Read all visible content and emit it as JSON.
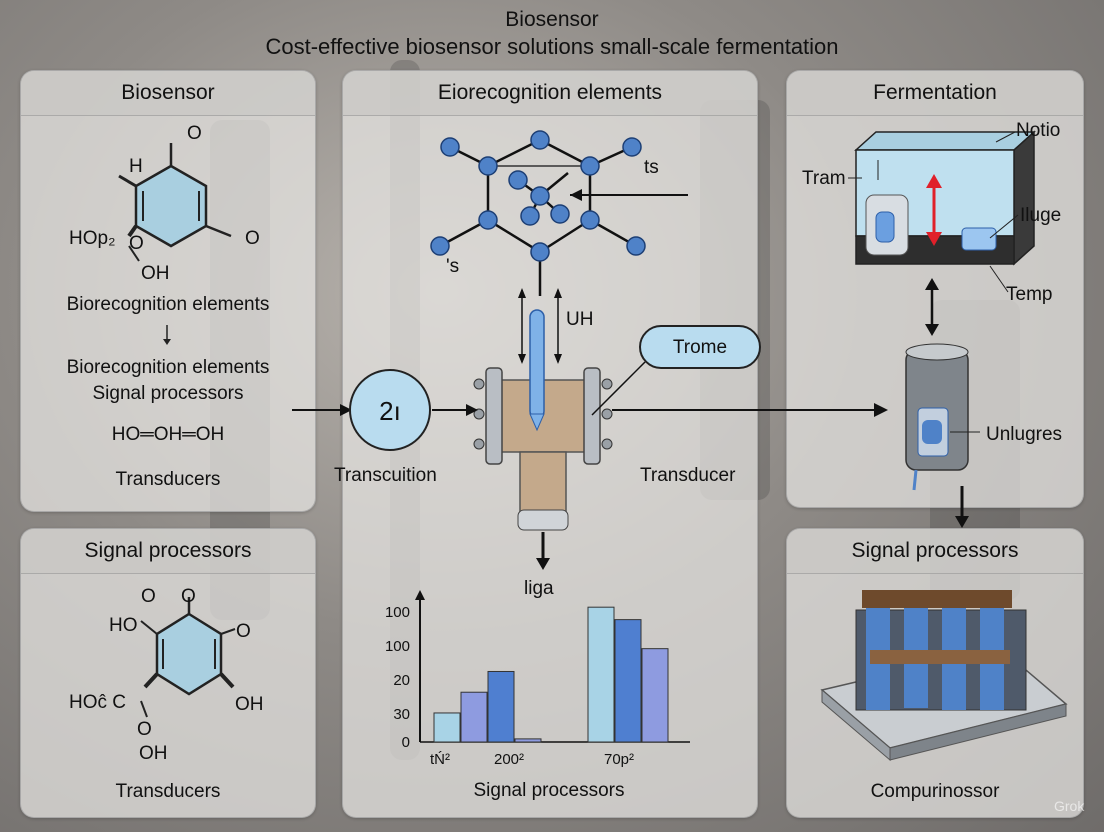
{
  "title": "Biosensor",
  "subtitle": "Cost-effective biosensor solutions small-scale fermentation",
  "panels": {
    "biosensor": {
      "header": "Biosensor",
      "mol_h": "H",
      "mol_o_top": "O",
      "mol_hop": "HOp₂",
      "mol_o_mid": "O",
      "mol_o_right": "O",
      "mol_oh": "OH",
      "label1": "Biorecognition elements",
      "label2": "Biorecognition elements",
      "label3": "Signal processors",
      "chain": "HO═OH═OH",
      "label4": "Transducers"
    },
    "signal_left": {
      "header": "Signal processors",
      "mol_o_top": "O",
      "mol_ho": "HO",
      "mol_o_top2": "O",
      "mol_o_right": "O",
      "mol_hoc": "HOĉ C",
      "mol_oh_right": "OH",
      "mol_o_bot": "O",
      "mol_oh_bot": "OH",
      "label": "Transducers"
    },
    "center": {
      "header": "Eiorecognition elements",
      "mol_ts": "ts",
      "mol_s": "'s",
      "uh": "UH",
      "trome": "Trome",
      "circle": "2ı",
      "transcuition": "Transcuition",
      "transducer": "Transducer",
      "liga": "liga",
      "chart_caption": "Signal processors"
    },
    "fermentation": {
      "header": "Fermentation",
      "notio": "Notio",
      "tram": "Tram",
      "iluge": "Iluge",
      "temp": "Temp",
      "unlugres": "Unlugres"
    },
    "signal_right": {
      "header": "Signal processors",
      "label": "Compurinossor"
    }
  },
  "watermark": "Grok",
  "colors": {
    "molecule_blue": "#4f82c8",
    "ring_fill": "#a9cfe0",
    "arrow_red": "#e0202a",
    "bar_light": "#a8d3e6",
    "bar_mid": "#4f7fd0",
    "bar_violet": "#8e9be0"
  },
  "chart_data": {
    "type": "bar",
    "yticks": [
      "100",
      "100",
      "20",
      "30",
      "0"
    ],
    "xticks": [
      "tŃ²",
      "200²",
      "70p²"
    ],
    "title": "",
    "xlabel": "",
    "ylabel": "",
    "ylim": [
      0,
      135
    ],
    "series": [
      {
        "values": [
          28,
          48,
          68,
          3
        ],
        "color": "#a8d3e6"
      },
      {
        "values": [
          130,
          118,
          90
        ],
        "color": "#4f7fd0"
      }
    ],
    "bars": [
      {
        "group": "left",
        "value": 28,
        "color": "#a8d3e6"
      },
      {
        "group": "left",
        "value": 48,
        "color": "#8e9be0"
      },
      {
        "group": "left",
        "value": 68,
        "color": "#4f7fd0"
      },
      {
        "group": "left",
        "value": 3,
        "color": "#8e9be0"
      },
      {
        "group": "right",
        "value": 130,
        "color": "#a8d3e6"
      },
      {
        "group": "right",
        "value": 118,
        "color": "#4f7fd0"
      },
      {
        "group": "right",
        "value": 90,
        "color": "#8e9be0"
      }
    ]
  }
}
